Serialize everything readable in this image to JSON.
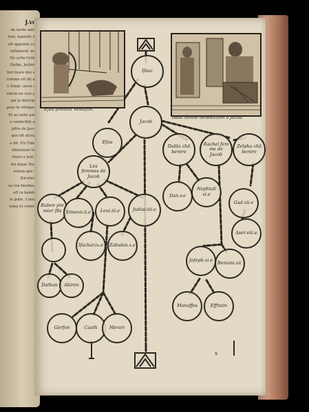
{
  "left_page": {
    "header": "J.vo.",
    "lines": [
      "da mode and s",
      "hen, laquelle de",
      "eft appellee con",
      "teftament: mai",
      "De cefte Cethu",
      "Hufim, Jecbeth",
      "fort faure des en",
      "comme eft dit au",
      "e Sinay: aussi ce",
      "vincte en cest pa",
      "qui le defcripti",
      "pour fe efloigner",
      "Et au refte auffi",
      "e conincibly au",
      "pitre de Jacob",
      "que eft efcript",
      "a dit: Elz Tubal",
      "ethezoyeir le l",
      "cheez a leur d",
      "ntz fepar. Pour",
      "eutain que la",
      "Zacutene",
      "au ton bienheur",
      "eft ra bandes",
      "le pulle. Conite",
      "tona/ et comme"
    ]
  },
  "woodcuts": {
    "left_caption": "Efau prenant venaifon.",
    "right_caption": "Isaac donne benediction a Jacob."
  },
  "tree": {
    "isaac": "Ifaac",
    "jacob": "Jacob",
    "esau": "Efau",
    "wives": "Les femmes de Jacob",
    "dalila": "Dalila chā berere",
    "rachel": "Rachel fem me de Jacob",
    "zelpha": "Zelpha chā berere",
    "ruben": "Ruben pre mier fils",
    "simeon": "Simeon.ii.e",
    "levi": "Leui.iii.e",
    "judas": "Judas.iiii.e",
    "dan": "Dan.v.e",
    "nephtali": "Nephtali vi.e",
    "gad": "Gad.vii.e",
    "aser": "Aser.viii.e",
    "issachar": "Ifachar.ix.e",
    "zabulon": "Zabulon.x.e",
    "joseph": "Jofeph.xi.e",
    "benjamin": "Beniam.xii.",
    "dathan": "Dathan",
    "abiron": "Abiron",
    "manasses": "Manaffes",
    "effraim": "Effraim",
    "gerson": "Gerfon",
    "caath": "Caath",
    "merari": "Merari"
  },
  "signature": "s"
}
